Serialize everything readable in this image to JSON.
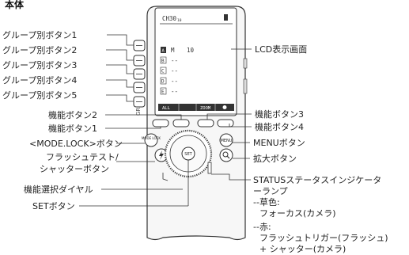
{
  "title": "本体",
  "device": {
    "channel": "CH30",
    "channel_sub": "10",
    "groups": [
      {
        "letter": "A",
        "mode": "M",
        "value": "10"
      },
      {
        "letter": "B",
        "mode": "--",
        "value": ""
      },
      {
        "letter": "C",
        "mode": "--",
        "value": ""
      },
      {
        "letter": "D",
        "mode": "--",
        "value": ""
      },
      {
        "letter": "E",
        "mode": "--",
        "value": ""
      }
    ],
    "softkeys": [
      "ALL",
      "",
      "ZOOM",
      ""
    ],
    "left_mark": "GR",
    "mode_button": "MODE LOCK",
    "menu_button": "MENU",
    "set_button": "SET"
  },
  "labels": {
    "group1": "グループ別ボタン1",
    "group2": "グループ別ボタン2",
    "group3": "グループ別ボタン3",
    "group4": "グループ別ボタン4",
    "group5": "グループ別ボタン5",
    "func2": "機能ボタン2",
    "func1": "機能ボタン1",
    "mode_lock": "<MODE.LOCK>ボタン",
    "flash_test_1": "フラッシュテスト/",
    "flash_test_2": "シャッターボタン",
    "dial": "機能選択ダイヤル",
    "set": "SETボタン",
    "lcd": "LCD表示画面",
    "func3": "機能ボタン3",
    "func4": "機能ボタン4",
    "menu": "MENUボタン",
    "zoom": "拡大ボタン",
    "status_1": "STATUSステータスインジケータ",
    "status_2": "ーランプ",
    "status_3": "--草色:",
    "status_4": "フォーカス(カメラ)",
    "status_5": "--赤:",
    "status_6": "フラッシュトリガー(フラッシュ)",
    "status_7": "+ シャッター(カメラ)"
  }
}
